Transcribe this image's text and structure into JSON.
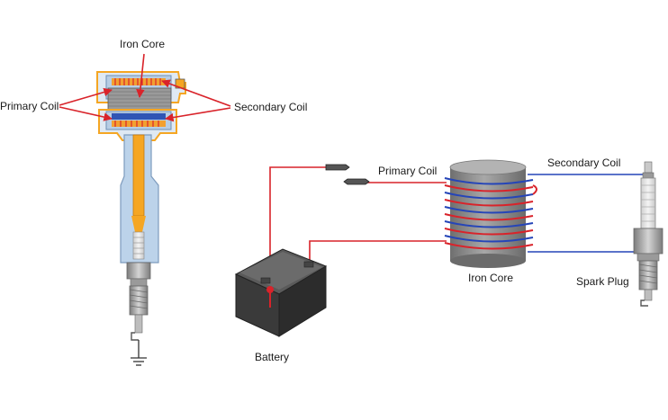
{
  "labels": {
    "iron_core_left": "Iron Core",
    "primary_coil_left": "Primary Coil",
    "secondary_coil_left": "Secondary Coil",
    "primary_coil_right": "Primary Coil",
    "secondary_coil_right": "Secondary Coil",
    "iron_core_right": "Iron Core",
    "spark_plug": "Spark Plug",
    "battery": "Battery"
  },
  "colors": {
    "primary_wire": "#d9232a",
    "secondary_wire": "#2545b8",
    "core_gray": "#8a8a8a",
    "coil_housing": "#f5a623",
    "insulator_blue": "#bcd3ea",
    "battery_dark": "#3a3a3a"
  },
  "icons": [
    "ignition-coil-cutaway-icon",
    "battery-icon",
    "spark-plug-icon",
    "ground-symbol-icon",
    "switch-contacts-icon"
  ]
}
